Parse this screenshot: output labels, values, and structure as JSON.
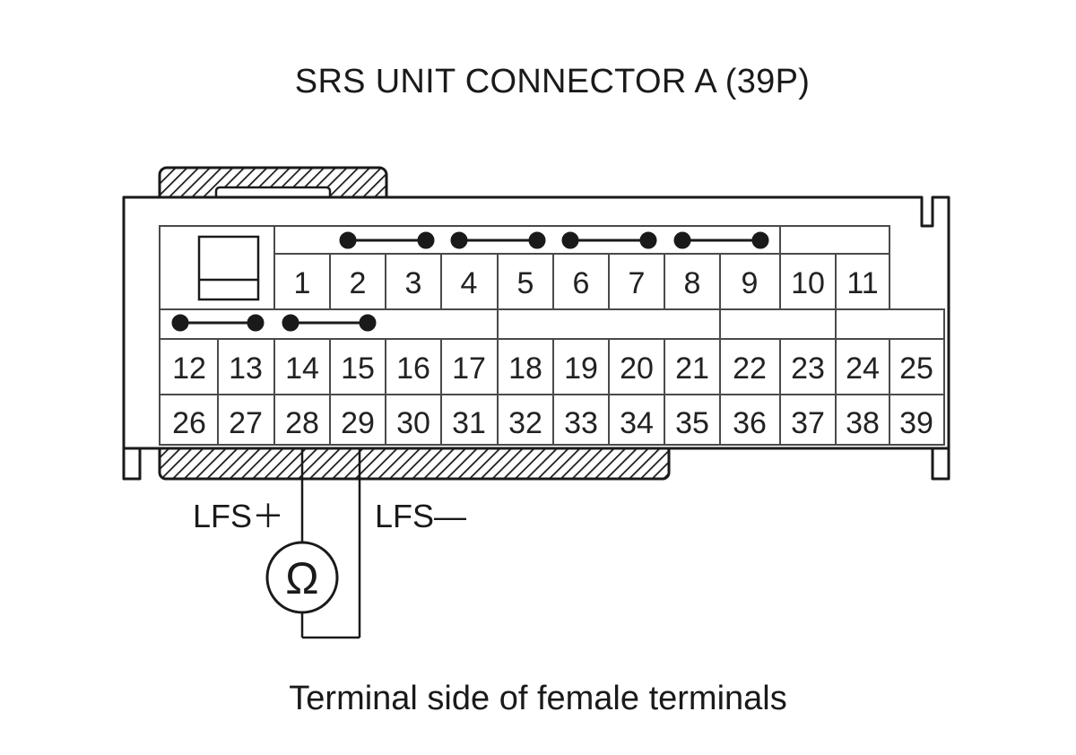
{
  "title": "SRS UNIT CONNECTOR A (39P)",
  "caption": "Terminal side of female terminals",
  "probe": {
    "positive_label": "LFS＋",
    "negative_label": "LFS—",
    "meter_symbol": "Ω",
    "meter_icon": "ohmmeter-icon",
    "positive_terminal": "28",
    "negative_terminal": "29"
  },
  "rows": {
    "top": [
      "1",
      "2",
      "3",
      "4",
      "5",
      "6",
      "7",
      "8",
      "9",
      "10",
      "11"
    ],
    "middle": [
      "12",
      "13",
      "14",
      "15",
      "16",
      "17",
      "18",
      "19",
      "20",
      "21",
      "22",
      "23",
      "24",
      "25"
    ],
    "bottom": [
      "26",
      "27",
      "28",
      "29",
      "30",
      "31",
      "32",
      "33",
      "34",
      "35",
      "36",
      "37",
      "38",
      "39"
    ]
  },
  "shorting_bars": [
    [
      "2",
      "3"
    ],
    [
      "4",
      "5"
    ],
    [
      "6",
      "7"
    ],
    [
      "8",
      "9"
    ],
    [
      "12",
      "13"
    ],
    [
      "14",
      "15"
    ]
  ]
}
